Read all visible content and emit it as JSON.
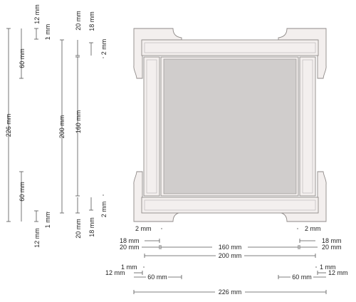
{
  "colors": {
    "frame_fill": "#f3efee",
    "frame_stroke": "#8f8a88",
    "inner_border": "#e9e4e2",
    "panel_fill": "#d0cdcc",
    "line": "#555555",
    "text": "#222222"
  },
  "labels": {
    "d12": "12 mm",
    "d1": "1 mm",
    "d60": "60 mm",
    "d226": "226 mm",
    "d200": "200 mm",
    "d160": "160 mm",
    "d20": "20 mm",
    "d18": "18 mm",
    "d2": "2 mm"
  }
}
